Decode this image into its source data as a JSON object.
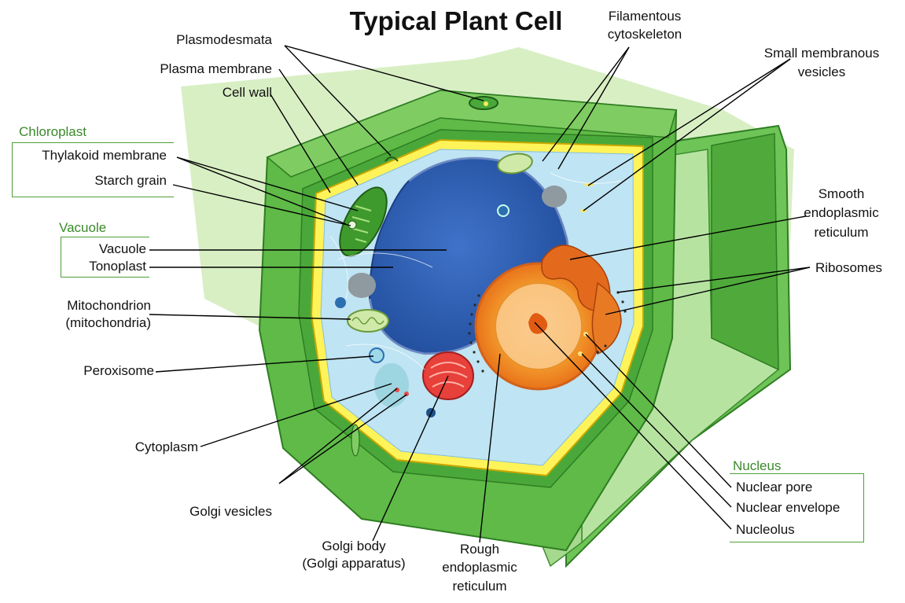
{
  "title": "Typical Plant Cell",
  "groups": {
    "chloroplast": "Chloroplast",
    "vacuole": "Vacuole",
    "nucleus": "Nucleus"
  },
  "labels": {
    "plasmodesmata": "Plasmodesmata",
    "plasma_membrane": "Plasma membrane",
    "cell_wall": "Cell wall",
    "thylakoid_membrane": "Thylakoid membrane",
    "starch_grain": "Starch grain",
    "vacuole": "Vacuole",
    "tonoplast": "Tonoplast",
    "mitochondrion_1": "Mitochondrion",
    "mitochondrion_2": "(mitochondria)",
    "peroxisome": "Peroxisome",
    "cytoplasm": "Cytoplasm",
    "golgi_vesicles": "Golgi vesicles",
    "golgi_body_1": "Golgi body",
    "golgi_body_2": "(Golgi apparatus)",
    "rough_er_1": "Rough",
    "rough_er_2": "endoplasmic",
    "rough_er_3": "reticulum",
    "filamentous_1": "Filamentous",
    "filamentous_2": "cytoskeleton",
    "small_vesicles_1": "Small membranous",
    "small_vesicles_2": "vesicles",
    "smooth_er_1": "Smooth",
    "smooth_er_2": "endoplasmic",
    "smooth_er_3": "reticulum",
    "ribosomes": "Ribosomes",
    "nuclear_pore": "Nuclear pore",
    "nuclear_envelope": "Nuclear envelope",
    "nucleolus": "Nucleolus"
  }
}
